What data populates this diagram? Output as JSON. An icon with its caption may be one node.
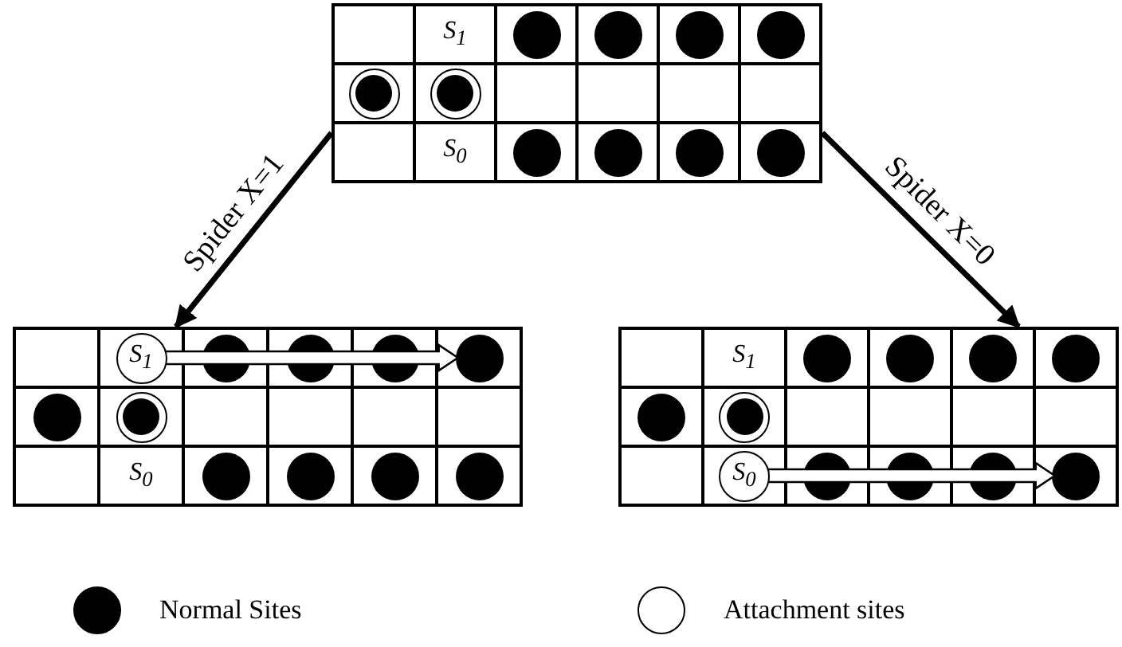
{
  "diagram": {
    "nodes": [
      {
        "text": [],
        "shape": "box"
      },
      {
        "text": [],
        "shape": "box"
      },
      {
        "text": [],
        "shape": "box"
      },
      {
        "text": [
          "S$_{1}$"
        ],
        "in": 1
      },
      {
        "text": [],
        "shape": "circle",
        "in": 1
      },
      {
        "text": [
          "S$_{0}$"
        ],
        "in": 2
      },
      {
        "text": [],
        "shape": "circle",
        "in": 2
      }
    ],
    "edges": [
      {
        "from": 0,
        "to": 1,
        "arrow": "to",
        "label": "Spider X=1"
      },
      {
        "from": 0,
        "to": 2,
        "arrow": "to",
        "label": "Spider X=0"
      },
      {
        "from": 3,
        "to": 4,
        "arrow": "to"
      },
      {
        "from": 5,
        "to": 6,
        "arrow": "to"
      }
    ],
    "labels": [
      "S$_{1}$",
      "S$_{0}$",
      "S$_{0}$",
      "S$_{1}$"
    ],
    "legend": [
      {
        "text": "Normal Sites",
        "color": "#000000"
      },
      {
        "text": "Attachment sites",
        "color": "#ffffff"
      }
    ]
  }
}
